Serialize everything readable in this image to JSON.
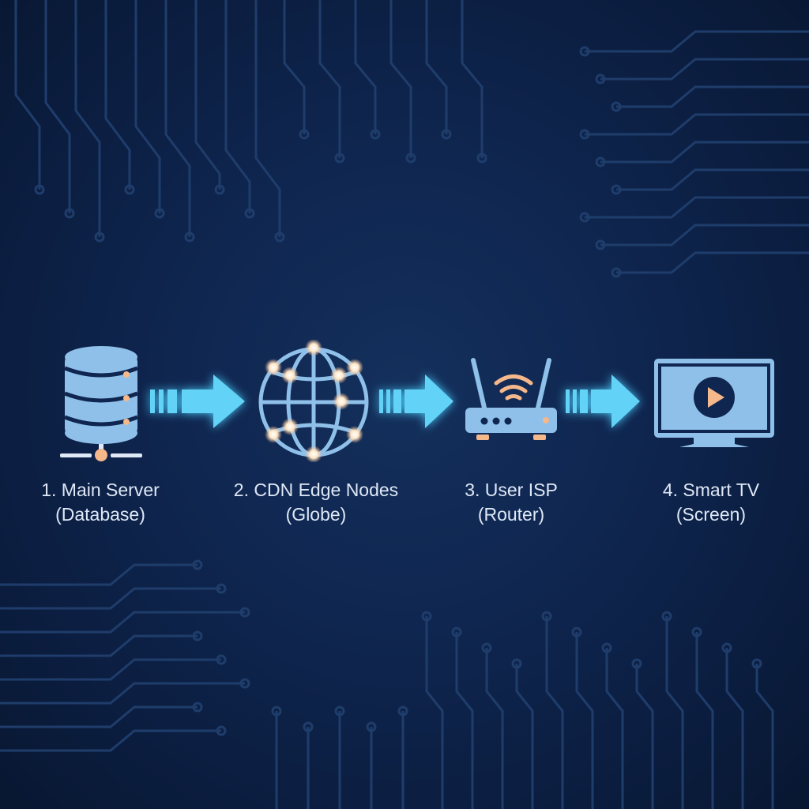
{
  "steps": [
    {
      "title": "1. Main Server",
      "subtitle": "(Database)",
      "icon": "database-icon"
    },
    {
      "title": "2. CDN Edge Nodes",
      "subtitle": "(Globe)",
      "icon": "globe-icon"
    },
    {
      "title": "3. User ISP",
      "subtitle": "(Router)",
      "icon": "router-icon"
    },
    {
      "title": "4. Smart TV",
      "subtitle": "(Screen)",
      "icon": "tv-icon"
    }
  ],
  "colors": {
    "icon": "#8fc0ea",
    "arrow": "#62d2f7",
    "accent": "#f4b88a",
    "trace": "#1f3d6b"
  }
}
